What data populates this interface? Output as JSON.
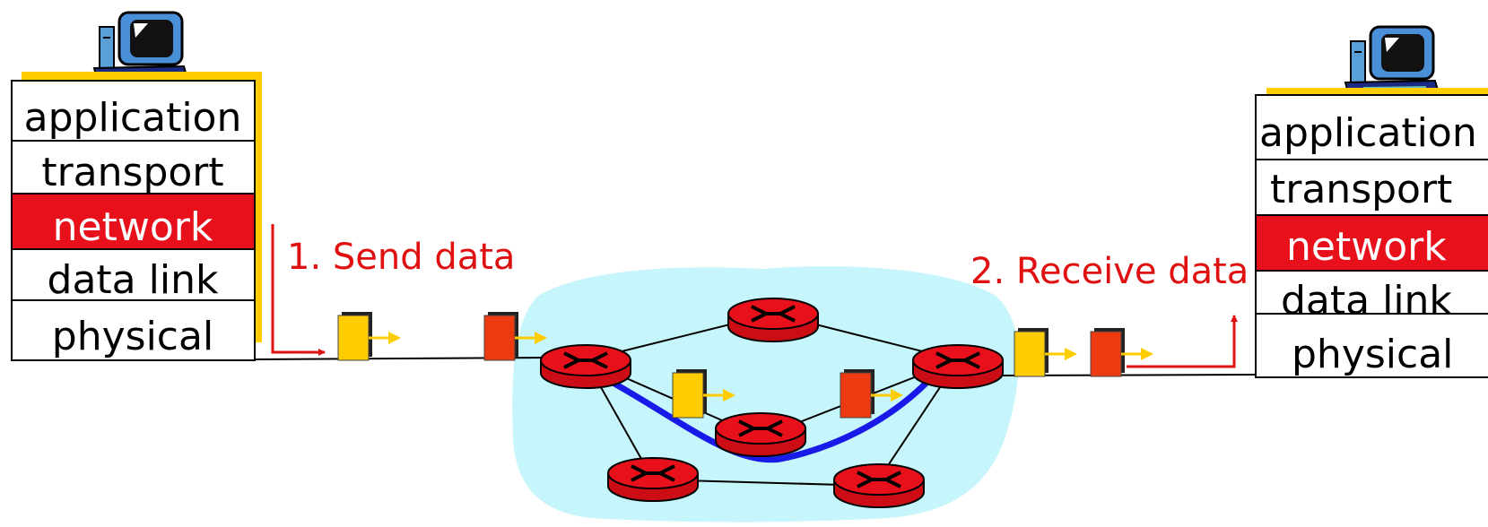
{
  "left_host": {
    "layers": [
      {
        "label": "application",
        "highlighted": false
      },
      {
        "label": "transport",
        "highlighted": false
      },
      {
        "label": "network",
        "highlighted": true
      },
      {
        "label": "data link",
        "highlighted": false
      },
      {
        "label": "physical",
        "highlighted": false
      }
    ]
  },
  "right_host": {
    "layers": [
      {
        "label": "application",
        "highlighted": false
      },
      {
        "label": "transport",
        "highlighted": false
      },
      {
        "label": "network",
        "highlighted": true
      },
      {
        "label": "data link",
        "highlighted": false
      },
      {
        "label": "physical",
        "highlighted": false
      }
    ]
  },
  "steps": {
    "send": "1. Send data",
    "receive": "2. Receive data"
  },
  "colors": {
    "highlight": "#e8101a",
    "router": "#e8101a",
    "cloud": "#c6f6fb",
    "path": "#1a1ae8",
    "packet_yellow": "#ffcc00",
    "packet_red": "#ee3a10",
    "arrow_yellow": "#ffcc00",
    "arrow_red": "#e01010",
    "stack_shadow": "#ffcc00"
  },
  "icons": [
    "computer-icon",
    "router-icon",
    "packet-icon"
  ]
}
